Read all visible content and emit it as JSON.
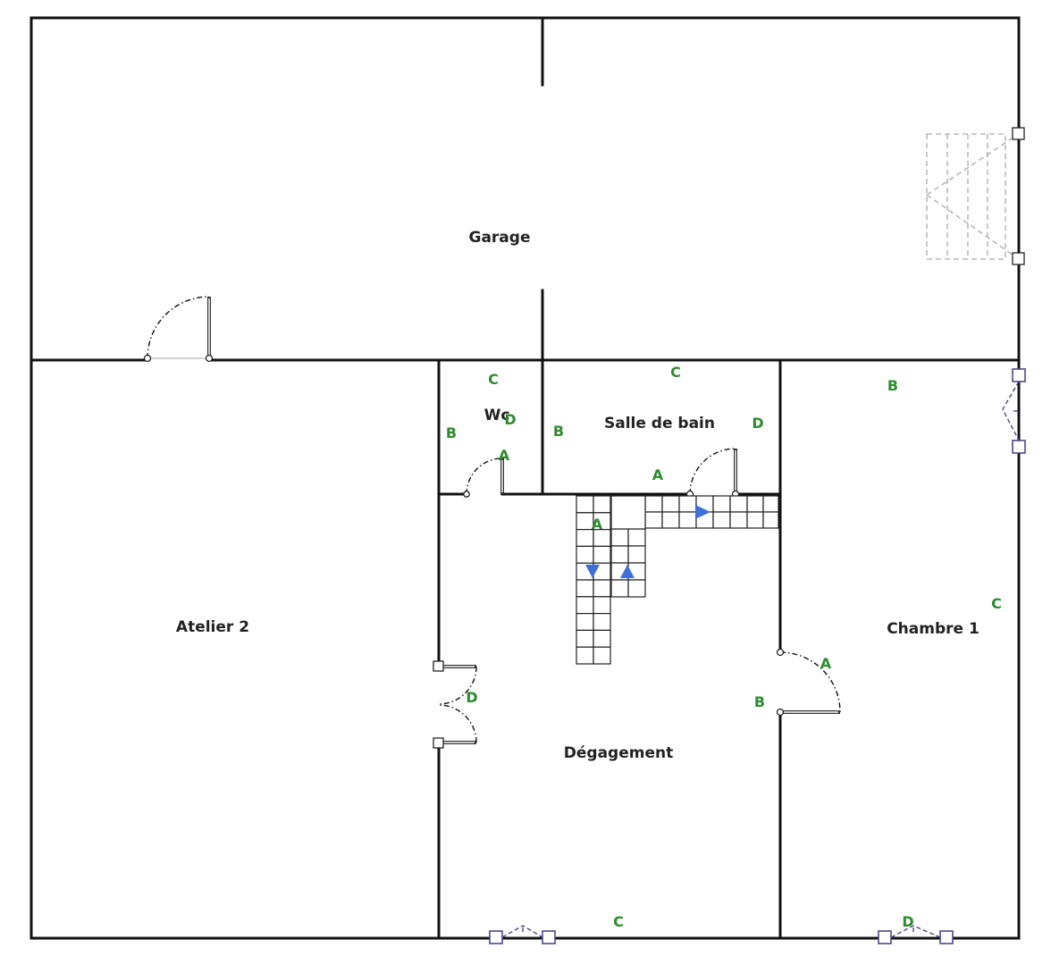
{
  "colors": {
    "wall": "#111111",
    "marker": "#2e8b2e",
    "stair_arrow": "#3d6fd6",
    "window": "#4a4a8a"
  },
  "rooms": {
    "garage": "Garage",
    "atelier": "Atelier 2",
    "wc": "Wc",
    "salle_de_bain": "Salle de bain",
    "degagement": "Dégagement",
    "chambre": "Chambre 1"
  },
  "markers": {
    "wc_c": "C",
    "wc_d": "D",
    "wc_b": "B",
    "wc_a": "A",
    "sdb_c": "C",
    "sdb_b": "B",
    "sdb_d": "D",
    "sdb_a": "A",
    "deg_a": "A",
    "deg_d": "D",
    "deg_c": "C",
    "ch_b": "B",
    "ch_c": "C",
    "ch_a": "A",
    "ch_b2": "B",
    "ch_d": "D"
  }
}
